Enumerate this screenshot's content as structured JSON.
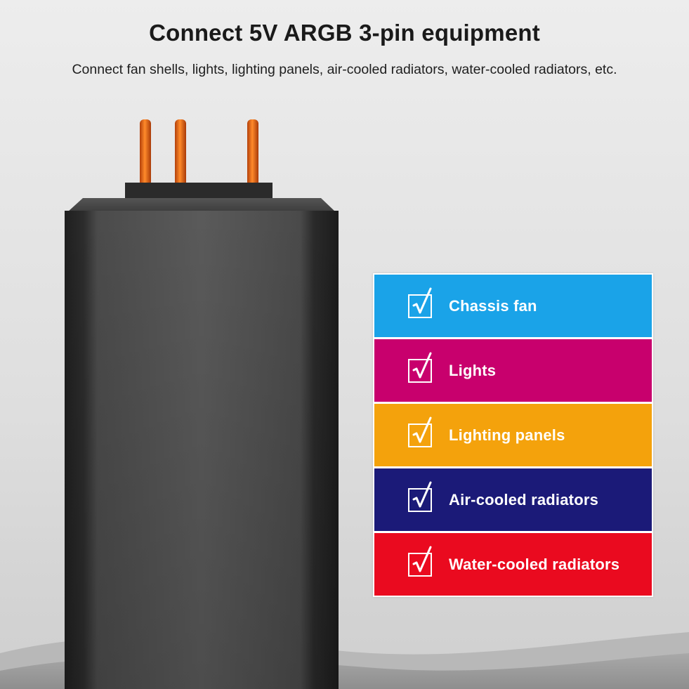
{
  "header": {
    "title": "Connect 5V ARGB 3-pin equipment",
    "subtitle": "Connect fan shells, lights, lighting panels, air-cooled radiators, water-cooled radiators, etc."
  },
  "checklist": {
    "items": [
      {
        "label": "Chassis fan",
        "color": "#1aa3e8",
        "icon": "checkmark-icon"
      },
      {
        "label": "Lights",
        "color": "#c8006d",
        "icon": "checkmark-icon"
      },
      {
        "label": "Lighting panels",
        "color": "#f4a20c",
        "icon": "checkmark-icon"
      },
      {
        "label": "Air-cooled radiators",
        "color": "#1b1a78",
        "icon": "checkmark-icon"
      },
      {
        "label": "Water-cooled radiators",
        "color": "#ea0a1f",
        "icon": "checkmark-icon"
      }
    ]
  },
  "palette": {
    "background": "#e4e4e4",
    "device_body": "#3a3a3a",
    "pins": "#e0620e"
  }
}
